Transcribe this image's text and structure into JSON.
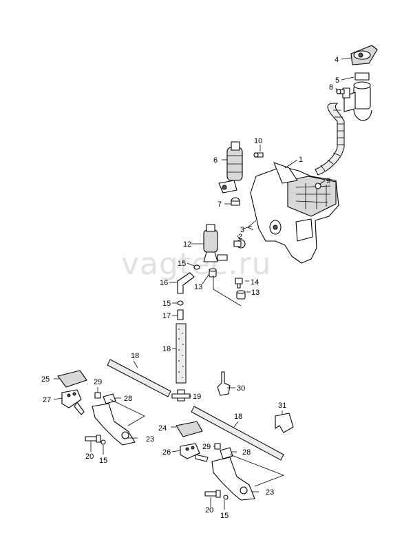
{
  "watermark": "vagtec.ru",
  "callouts": {
    "c1": "1",
    "c2": "2",
    "c3": "3",
    "c4": "4",
    "c5": "5",
    "c6": "6",
    "c7": "7",
    "c8": "8",
    "c9": "9",
    "c10": "10",
    "c12": "12",
    "c13a": "13",
    "c13b": "13",
    "c14": "14",
    "c15a": "15",
    "c15b": "15",
    "c15c": "15",
    "c15d": "15",
    "c16": "16",
    "c17": "17",
    "c18a": "18",
    "c18b": "18",
    "c18c": "18",
    "c19": "19",
    "c20a": "20",
    "c20b": "20",
    "c23a": "23",
    "c23b": "23",
    "c24": "24",
    "c25": "25",
    "c26": "26",
    "c27": "27",
    "c28a": "28",
    "c28b": "28",
    "c29a": "29",
    "c29b": "29",
    "c30": "30",
    "c31": "31"
  }
}
